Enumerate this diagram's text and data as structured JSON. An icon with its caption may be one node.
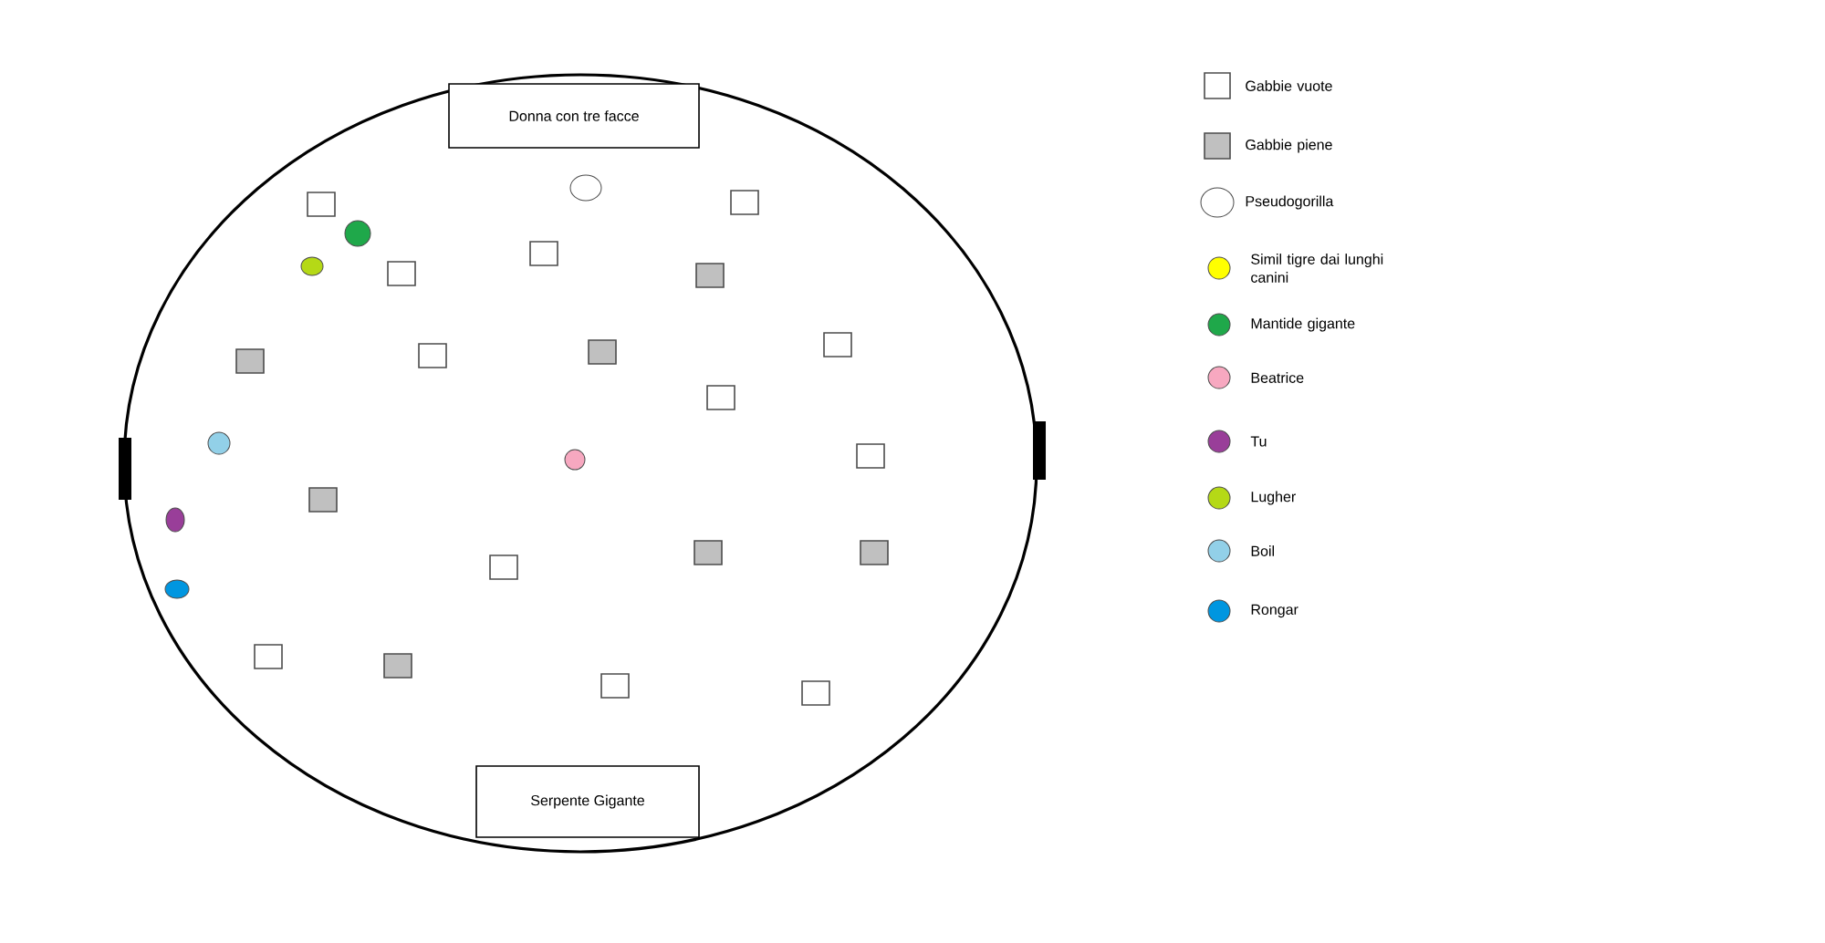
{
  "diagram": {
    "nodes": [
      {
        "text": [
          "Donna con tre facce"
        ]
      },
      {
        "text": [
          "Serpente Gigante"
        ]
      }
    ],
    "legend": [
      {
        "text": "Gabbie vuote"
      },
      {
        "text": "Gabbie piene",
        "color": "#c0c0c0"
      },
      {
        "text": "Pseudogorilla"
      },
      {
        "text": "Simil tigre dai lunghi canini",
        "color": "#ffff00"
      },
      {
        "text": "Mantide gigante",
        "color": "#1fa84a"
      },
      {
        "text": "Beatrice",
        "color": "#f7a8c0"
      },
      {
        "text": "Tu",
        "color": "#993e99"
      },
      {
        "text": "Lugher",
        "color": "#b5d916"
      },
      {
        "text": "Boil",
        "color": "#92d0e8"
      },
      {
        "text": "Rongar",
        "color": "#0096e0"
      }
    ]
  }
}
